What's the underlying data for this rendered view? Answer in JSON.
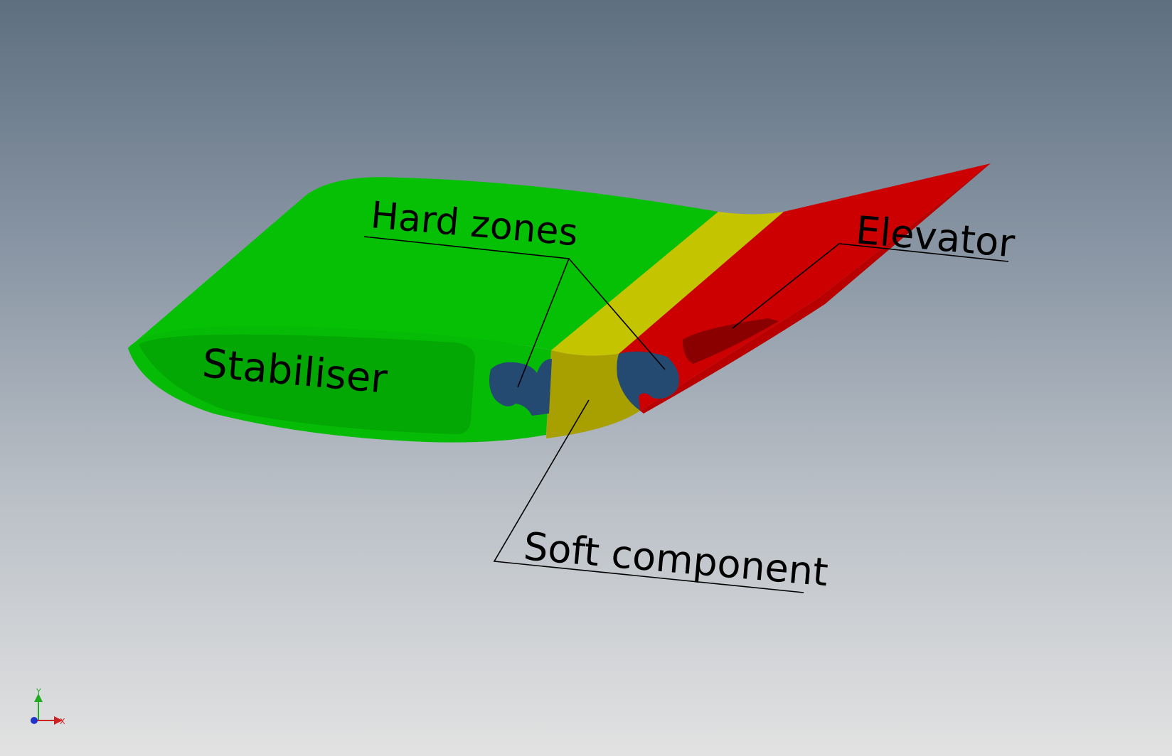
{
  "labels": {
    "hard_zones": "Hard zones",
    "elevator": "Elevator",
    "stabiliser": "Stabiliser",
    "soft_component": "Soft component"
  },
  "axes": {
    "x": "X",
    "y": "Y"
  },
  "colors": {
    "stabiliser": "#05c005",
    "stabiliser_inner": "#04a804",
    "soft_component": "#c4c400",
    "soft_component_side": "#a8a000",
    "elevator": "#cc0000",
    "elevator_inner": "#8a0000",
    "hard_zone": "#244a72",
    "leader_line": "#000000",
    "axis_x": "#cc2222",
    "axis_y": "#22aa22",
    "axis_z": "#2233cc"
  }
}
